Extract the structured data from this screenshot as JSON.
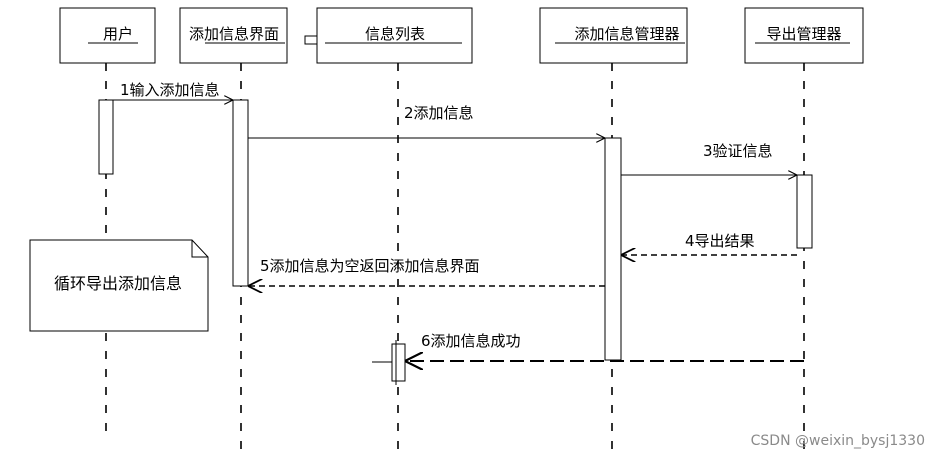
{
  "participants": [
    {
      "id": "user",
      "label": "用户"
    },
    {
      "id": "addui",
      "label": "添加信息界面"
    },
    {
      "id": "list",
      "label": "信息列表"
    },
    {
      "id": "mgr",
      "label": "添加信息管理器"
    },
    {
      "id": "exp",
      "label": "导出管理器"
    }
  ],
  "messages": [
    {
      "id": "m1",
      "label": "1输入添加信息",
      "from": "user",
      "to": "addui",
      "style": "solid"
    },
    {
      "id": "m2",
      "label": "2添加信息",
      "from": "addui",
      "to": "mgr",
      "style": "solid"
    },
    {
      "id": "m3",
      "label": "3验证信息",
      "from": "mgr",
      "to": "exp",
      "style": "solid"
    },
    {
      "id": "m4",
      "label": "4导出结果",
      "from": "exp",
      "to": "mgr",
      "style": "dashed"
    },
    {
      "id": "m5",
      "label": "5添加信息为空返回添加信息界面",
      "from": "mgr",
      "to": "addui",
      "style": "dashed"
    },
    {
      "id": "m6",
      "label": "6添加信息成功",
      "from": "exp",
      "to": "list",
      "style": "dashed"
    }
  ],
  "note": {
    "label": "循环导出添加信息"
  },
  "watermark": "CSDN @weixin_bysj1330"
}
